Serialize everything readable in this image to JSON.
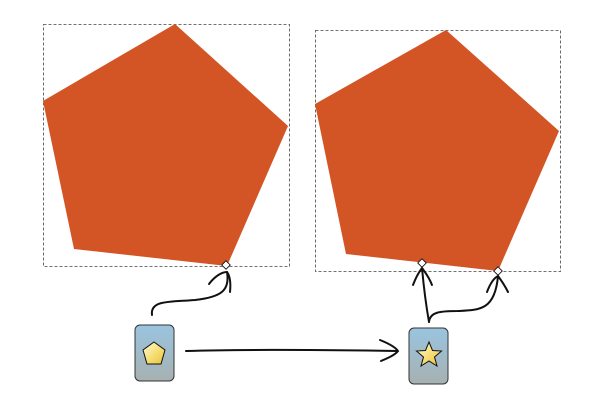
{
  "colors": {
    "shape_fill": "#d35424",
    "button_top": "#9ac4e0",
    "button_bottom": "#a6b1b1",
    "icon_fill": "#f7e07a",
    "stroke": "#111111",
    "handle_fill": "#ffffff"
  },
  "left_panel": {
    "shape": "pentagon",
    "handles": 1,
    "tool_icon": "polygon-tool-icon"
  },
  "right_panel": {
    "shape": "pentagon",
    "handles": 2,
    "tool_icon": "star-tool-icon"
  },
  "transition_arrow": "arrow-right-icon"
}
